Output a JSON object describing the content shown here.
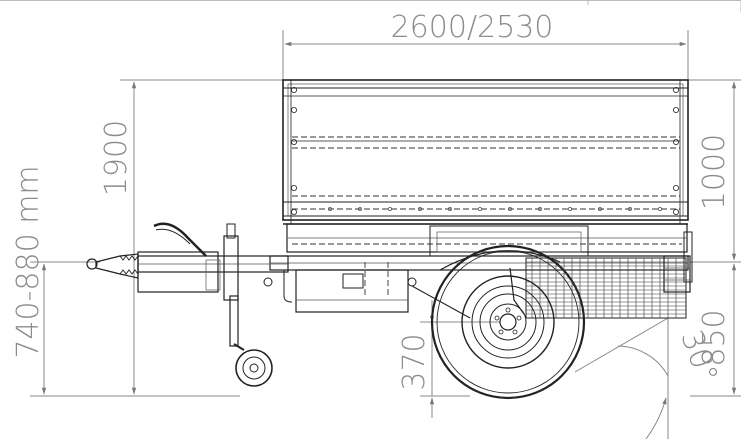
{
  "drawing": {
    "dimensions": {
      "length": "2600/2530",
      "height_total": "1900",
      "drawbar_height": "740-880 mm",
      "box_height": "1000",
      "deck_height": "850",
      "wheel_height": "370",
      "tip_angle": "30°"
    },
    "colors": {
      "line": "#222222",
      "dimension": "#8c8c8c",
      "background": "#ffffff"
    }
  }
}
